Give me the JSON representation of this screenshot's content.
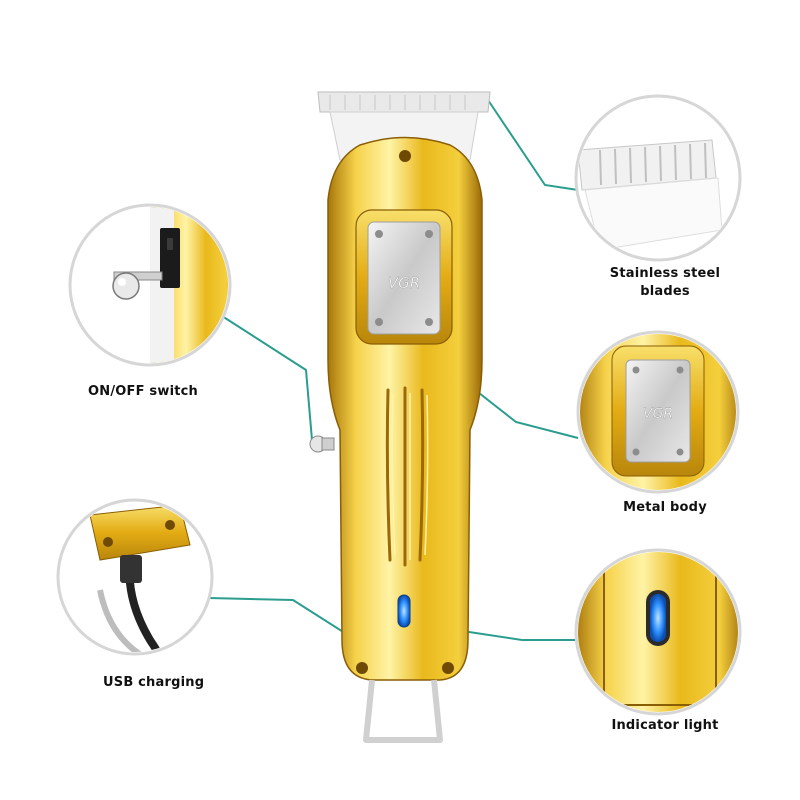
{
  "product": {
    "brand_mark": "VGR",
    "inset_brand_mark": "VGR"
  },
  "callouts": {
    "switch": {
      "label": "ON/OFF switch"
    },
    "usb": {
      "label": "USB charging"
    },
    "blades": {
      "line1": "Stainless steel",
      "line2": "blades"
    },
    "body": {
      "label": "Metal body"
    },
    "light": {
      "label": "Indicator light"
    }
  },
  "colors": {
    "gold": "#e7b81a",
    "gold_light": "#fbe98a",
    "gold_dark": "#9a6a06",
    "leader_line": "#2a9d8f",
    "indicator_blue": "#2e8fff",
    "steel": "#d9d9d9"
  }
}
